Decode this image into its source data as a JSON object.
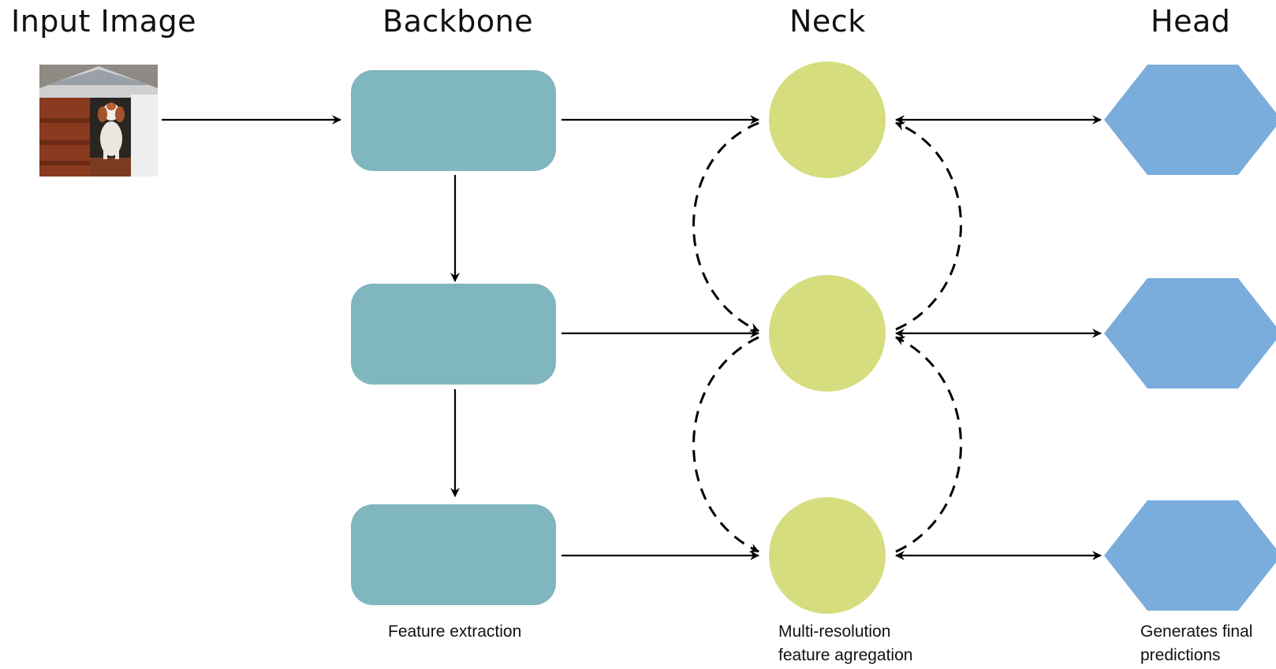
{
  "columns": {
    "input": "Input Image",
    "backbone": "Backbone",
    "neck": "Neck",
    "head": "Head"
  },
  "captions": {
    "backbone": "Feature extraction",
    "neck": "Multi-resolution\nfeature agregation",
    "head": "Generates final\npredictions"
  },
  "colors": {
    "backbone_block": "#80b6be",
    "neck_node": "#d5dd7e",
    "head_node": "#7aaddc",
    "arrow": "#000000"
  },
  "input_image": {
    "icon": "dog-in-doghouse-photo-icon"
  }
}
